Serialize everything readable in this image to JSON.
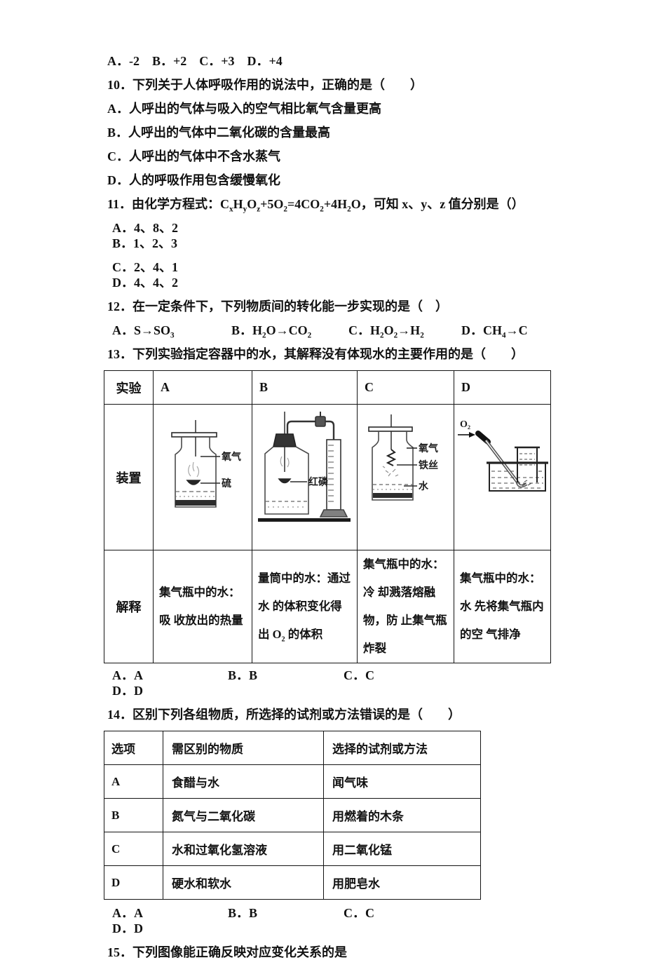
{
  "q9": {
    "options_line": "A．-2　B．+2　C．+3　D．+4"
  },
  "q10": {
    "stem": "10．下列关于人体呼吸作用的说法中，正确的是（　　）",
    "options": [
      "A．人呼出的气体与吸入的空气相比氧气含量更高",
      "B．人呼出的气体中二氧化碳的含量最高",
      "C．人呼出的气体中不含水蒸气",
      "D．人的呼吸作用包含缓慢氧化"
    ]
  },
  "q11": {
    "stem": "11．由化学方程式：C~x~H~y~O~z~+5O~2~=4CO~2~+4H~2~O，可知 x、y、z 值分别是（）",
    "options": [
      "A．4、8、2",
      "B．1、2、3",
      "C．2、4、1",
      "D．4、4、2"
    ]
  },
  "q12": {
    "stem": "12．在一定条件下，下列物质间的转化能一步实现的是（　）",
    "options": [
      "A．S→SO~3~",
      "B．H~2~O→CO~2~",
      "C．H~2~O~2~→H~2~",
      "D．CH~4~→C"
    ]
  },
  "q13": {
    "stem": "13．下列实验指定容器中的水，其解释没有体现水的主要作用的是（　　）",
    "table": {
      "row1_label": "实验",
      "row2_label": "装置",
      "row3_label": "解释",
      "col_headers": [
        "A",
        "B",
        "C",
        "D"
      ],
      "explanations": [
        "集气瓶中的水：吸 收放出的热量",
        "量筒中的水：通过水 的体积变化得出 O~2~ 的体积",
        "集气瓶中的水：冷 却溅落熔融物，防 止集气瓶炸裂",
        "集气瓶中的水：水 先将集气瓶内的空 气排净"
      ]
    },
    "answer_line": [
      "A．A",
      "B．B",
      "C．C",
      "D．D"
    ]
  },
  "q14": {
    "stem": "14．区别下列各组物质，所选择的试剂或方法错误的是（　　）",
    "table": {
      "headers": [
        "选项",
        "需区别的物质",
        "选择的试剂或方法"
      ],
      "rows": [
        [
          "A",
          "食醋与水",
          "闻气味"
        ],
        [
          "B",
          "氮气与二氧化碳",
          "用燃着的木条"
        ],
        [
          "C",
          "水和过氧化氢溶液",
          "用二氧化锰"
        ],
        [
          "D",
          "硬水和软水",
          "用肥皂水"
        ]
      ]
    },
    "answer_line": [
      "A．A",
      "B．B",
      "C．C",
      "D．D"
    ]
  },
  "q15": {
    "stem": "15．下列图像能正确反映对应变化关系的是"
  },
  "diagrams": {
    "a": {
      "label_oxygen": "氧气",
      "label_sulfur": "硫"
    },
    "b": {
      "label_phosphorus": "红磷"
    },
    "c": {
      "label_oxygen": "氧气",
      "label_wire": "铁丝",
      "label_water": "水"
    },
    "d": {
      "label_o2": "O₂"
    }
  }
}
